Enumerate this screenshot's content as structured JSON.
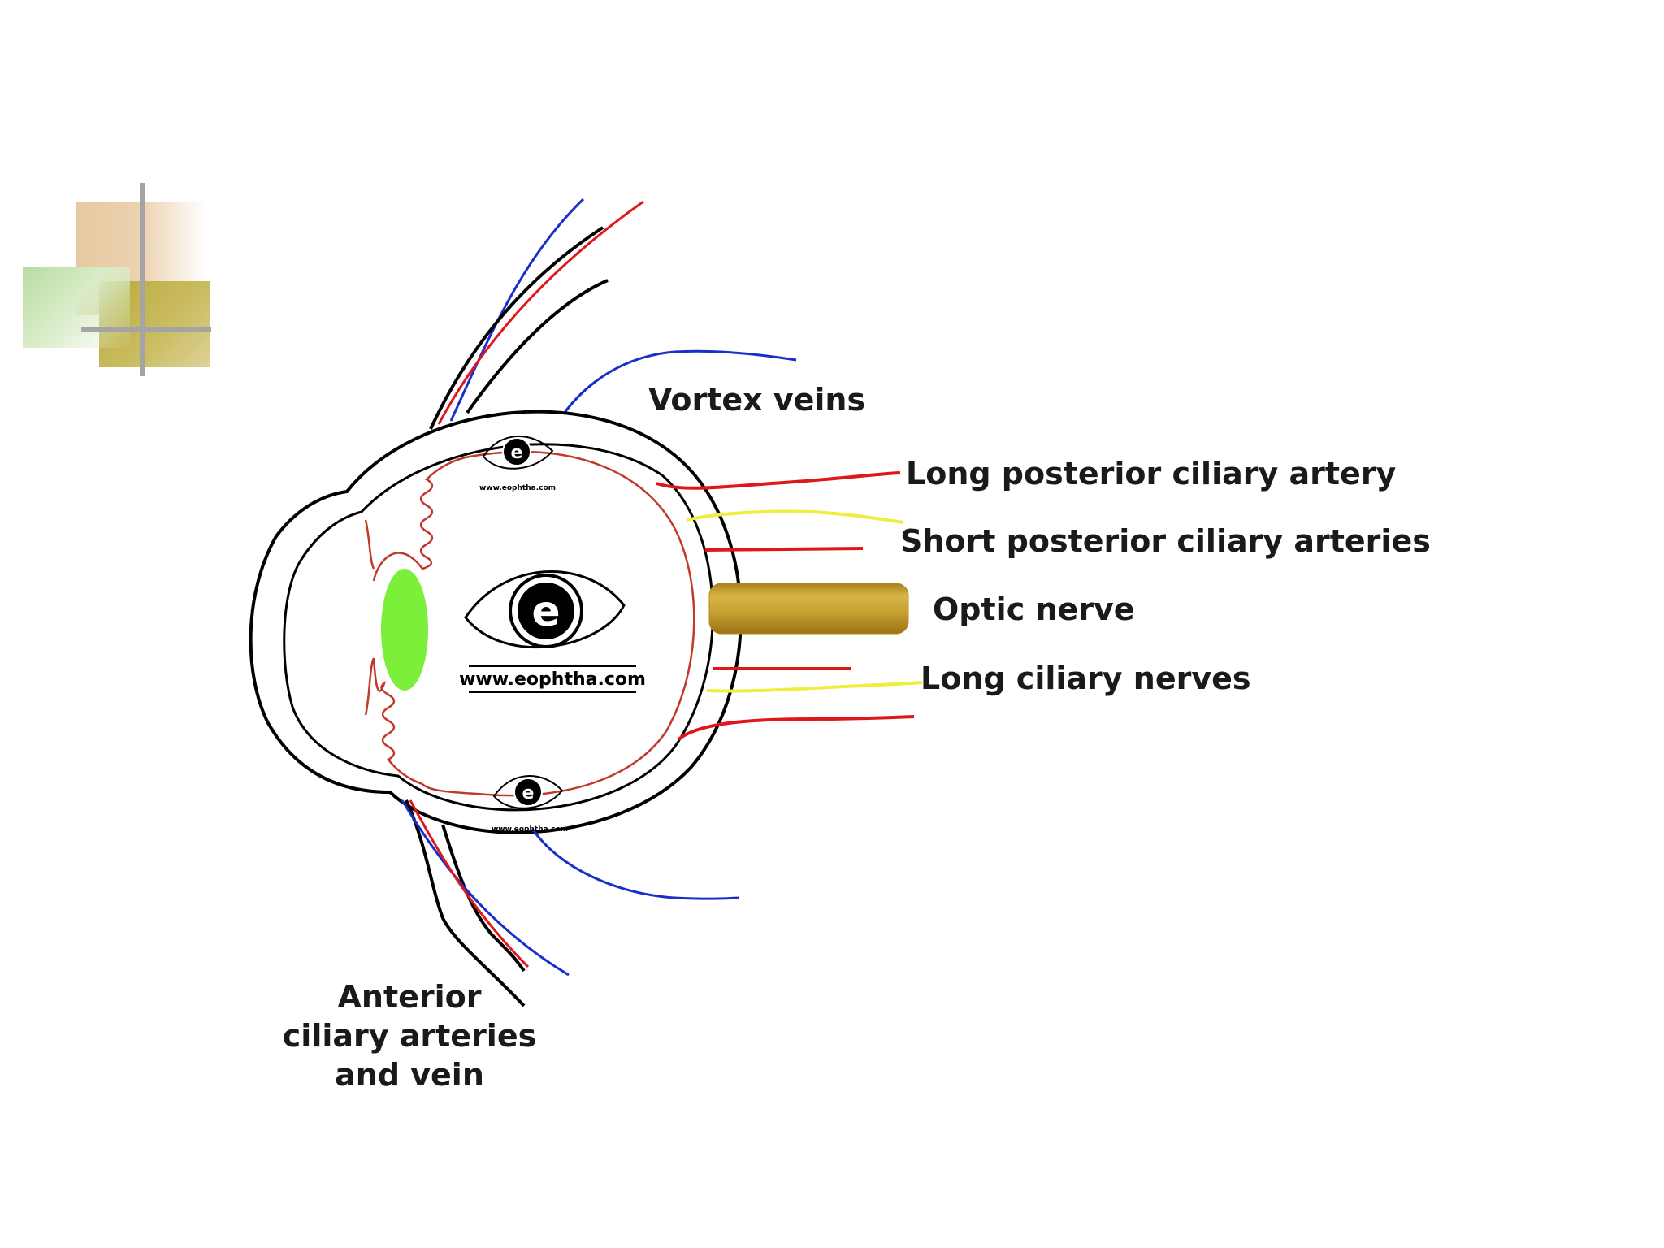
{
  "labels": {
    "vortex_veins": "Vortex veins",
    "long_posterior_ciliary_artery": "Long posterior ciliary artery",
    "short_posterior_ciliary_arteries": "Short posterior ciliary arteries",
    "optic_nerve": "Optic nerve",
    "long_ciliary_nerves": "Long ciliary nerves",
    "anterior_line1": "Anterior",
    "anterior_line2": "ciliary arteries",
    "anterior_line3": "and vein"
  },
  "watermark": {
    "center_url": "www.eophtha.com",
    "small_url_top": "www.eophtha.com",
    "small_url_bottom": "www.eophtha.com",
    "logo_letter": "e"
  },
  "colors": {
    "artery": "#e0161b",
    "vein": "#1a2fc9",
    "nerve": "#f0ee3c",
    "choroid": "#c0392b",
    "lens": "#7bef3a",
    "optic_nerve": "#c9a332",
    "outline": "#000000"
  },
  "icons": {
    "logo": "eophtha-eye-logo",
    "corner_ornament": "slide-template-ornament"
  }
}
